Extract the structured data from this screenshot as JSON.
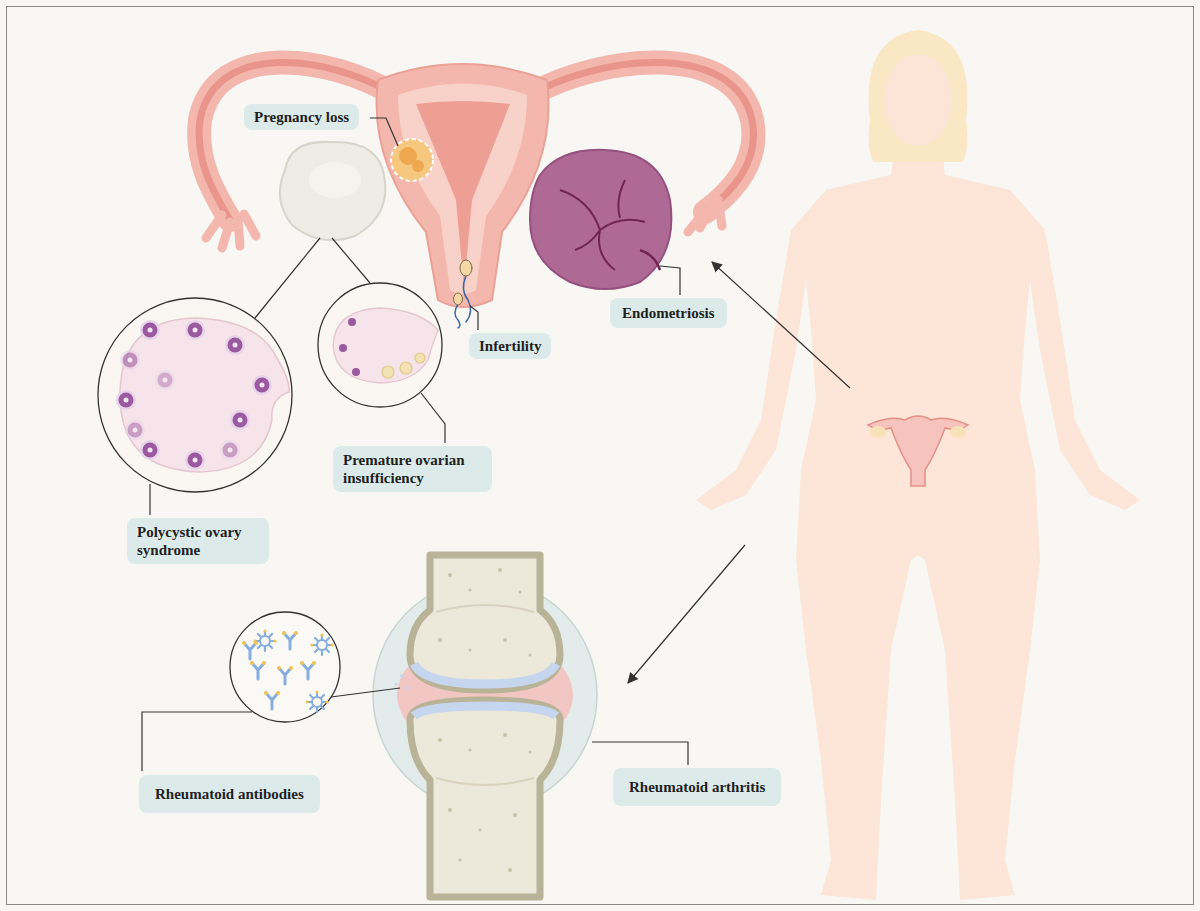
{
  "diagram": {
    "nodes": [
      {
        "text": [
          "Pregnancy loss"
        ]
      },
      {
        "text": [
          "Endometriosis"
        ]
      },
      {
        "text": [
          "Infertility"
        ]
      },
      {
        "text": [
          "Premature ovarian insufficiency"
        ]
      },
      {
        "text": [
          "Polycystic ovary syndrome"
        ]
      },
      {
        "text": [
          "Rheumatoid arthritis"
        ]
      },
      {
        "text": [
          "Rheumatoid antibodies"
        ]
      }
    ]
  }
}
